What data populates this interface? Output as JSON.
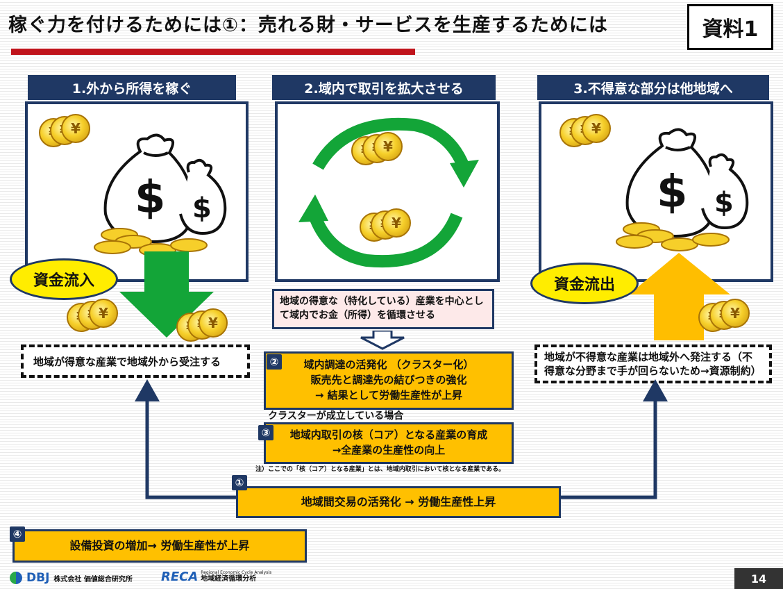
{
  "title": "稼ぐ力を付けるためには①：売れる財・サービスを生産するためには",
  "doc_tag": "資料1",
  "columns": [
    {
      "header": "1.外から所得を稼ぐ"
    },
    {
      "header": "2.域内で取引を拡大させる"
    },
    {
      "header": "3.不得意な部分は他地域へ"
    }
  ],
  "inflow_label": "資金流入",
  "outflow_label": "資金流出",
  "left_box": "地域が得意な産業で地域外から受注する",
  "center_box_text": "地域の得意な（特化している）産業を中心として域内でお金（所得）を循環させる",
  "right_box": "地域が不得意な産業は地域外へ発注する（不得意な分野まで手が回らないため→資源制約）",
  "box2": {
    "num": "②",
    "line1": "域内調達の活発化 （クラスター化）",
    "line2": "販売先と調達先の結びつきの強化",
    "line3": "→ 結果として労働生産性が上昇"
  },
  "cluster_caption": "クラスターが成立している場合",
  "box3": {
    "num": "③",
    "line1": "地域内取引の核（コア）となる産業の育成",
    "line2": "→全産業の生産性の向上"
  },
  "note": "注）ここでの「核（コア）となる産業」とは、地域内取引において核となる産業である。",
  "box1": {
    "num": "①",
    "text": "地域間交易の活発化 → 労働生産性上昇"
  },
  "box4": {
    "num": "④",
    "text": "設備投資の増加→ 労働生産性が上昇"
  },
  "footer": {
    "dbj": "DBJ",
    "dbj_company": "株式会社 価値総合研究所",
    "reca": "RECA",
    "reca_sub": "Regional Economic Cycle Analysis",
    "reca_jp": "地域経済循環分析"
  },
  "page_number": "14",
  "coin_symbol": "¥",
  "dollar_symbol": "$",
  "colors": {
    "navy": "#1f3864",
    "gold": "#ffc000",
    "green": "#13a538",
    "red": "#c0141c",
    "yellow": "#ffed00",
    "orange_arrow": "#ffbe00"
  }
}
